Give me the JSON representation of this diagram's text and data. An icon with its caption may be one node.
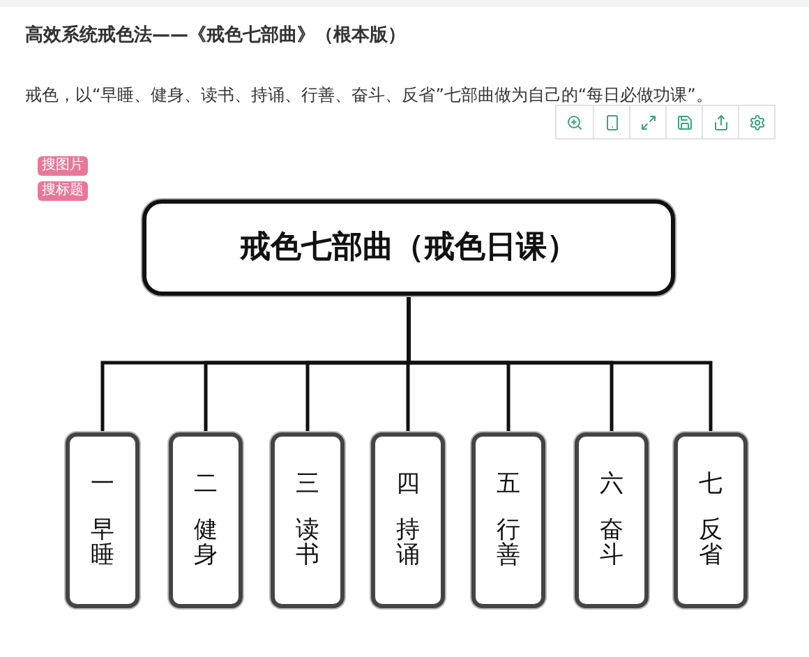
{
  "diagram": {
    "title": "高效系统戒色法——《戒色七部曲》（根本版）",
    "caption": "戒色，以“早睡、健身、读书、持诵、行善、奋斗、反省”七部曲做为自己的“每日必做功课”。",
    "nodes": [
      {
        "text": [
          "戒色七部曲（戒色日课）"
        ]
      },
      {
        "text": [
          "一",
          "早睡"
        ]
      },
      {
        "text": [
          "二",
          "健身"
        ]
      },
      {
        "text": [
          "三",
          "读书"
        ]
      },
      {
        "text": [
          "四",
          "持诵"
        ]
      },
      {
        "text": [
          "五",
          "行善"
        ]
      },
      {
        "text": [
          "六",
          "奋斗"
        ]
      },
      {
        "text": [
          "七",
          "反省"
        ]
      }
    ],
    "edges": [
      {
        "from": 0,
        "to": 1,
        "arrow": "none"
      },
      {
        "from": 0,
        "to": 2,
        "arrow": "none"
      },
      {
        "from": 0,
        "to": 3,
        "arrow": "none"
      },
      {
        "from": 0,
        "to": 4,
        "arrow": "none"
      },
      {
        "from": 0,
        "to": 5,
        "arrow": "none"
      },
      {
        "from": 0,
        "to": 6,
        "arrow": "none"
      },
      {
        "from": 0,
        "to": 7,
        "arrow": "none"
      }
    ],
    "labels": [
      "搜图片",
      "搜标题"
    ]
  }
}
